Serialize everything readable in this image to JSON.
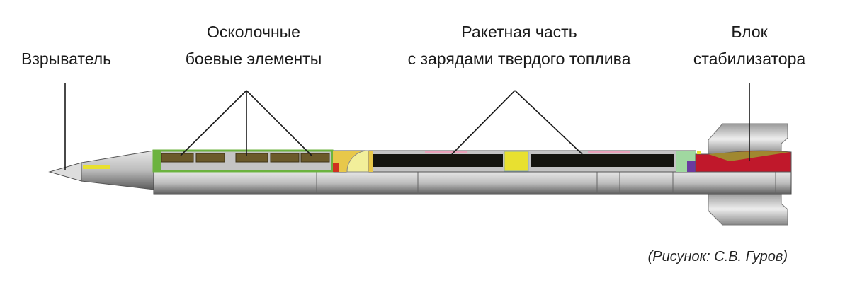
{
  "labels": {
    "fuze": "Взрыватель",
    "fragments_line1": "Осколочные",
    "fragments_line2": "боевые элементы",
    "rocket_line1": "Ракетная часть",
    "rocket_line2": "с зарядами твердого топлива",
    "stabilizer_line1": "Блок",
    "stabilizer_line2": "стабилизатора"
  },
  "caption": "(Рисунок: С.В. Гуров)",
  "colors": {
    "body": "#b8b8b8",
    "grain": "#15150f",
    "warhead": "#6b5a2a",
    "frame": "#6cb33f",
    "stab": "#c0182b"
  }
}
